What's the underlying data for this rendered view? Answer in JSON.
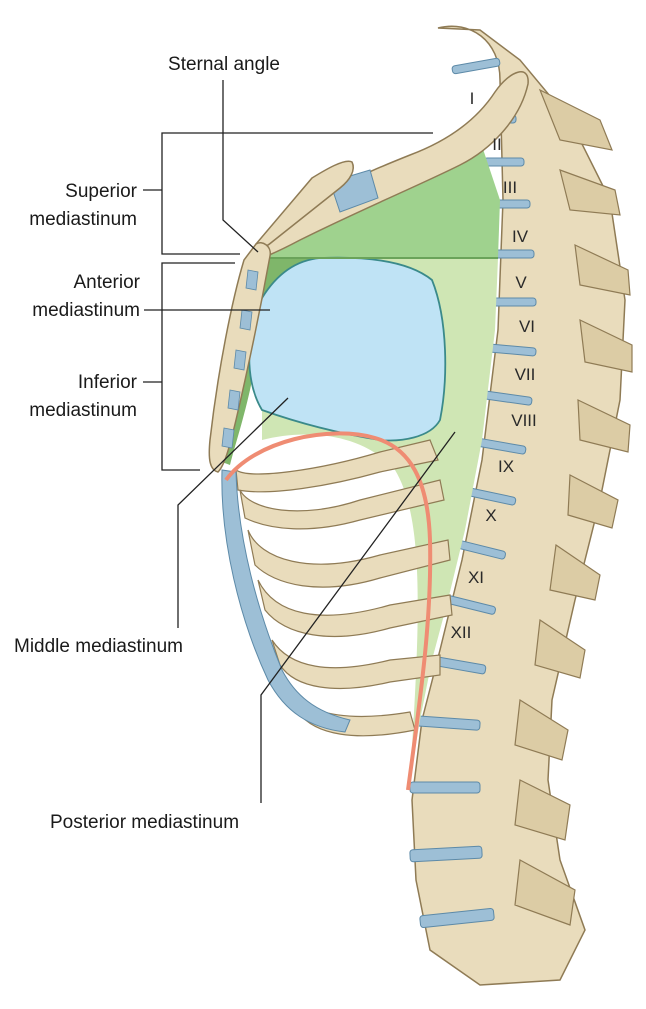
{
  "labels": {
    "sternal_angle": "Sternal angle",
    "superior_1": "Superior",
    "superior_2": "mediastinum",
    "anterior_1": "Anterior",
    "anterior_2": "mediastinum",
    "inferior_1": "Inferior",
    "inferior_2": "mediastinum",
    "middle": "Middle mediastinum",
    "posterior": "Posterior mediastinum"
  },
  "vertebrae": [
    "I",
    "II",
    "III",
    "IV",
    "V",
    "VI",
    "VII",
    "VIII",
    "IX",
    "X",
    "XI",
    "XII"
  ],
  "colors": {
    "bone": "#e9dcbc",
    "bone_shadow": "#cdbb92",
    "bone_outline": "#8f7b55",
    "cartilage": "#9dbfd6",
    "superior_region": "#9fd28e",
    "anterior_region": "#7fb66a",
    "posterior_region": "#cfe6b4",
    "middle_region": "#bfe3f5",
    "diaphragm": "#ef8c73"
  }
}
